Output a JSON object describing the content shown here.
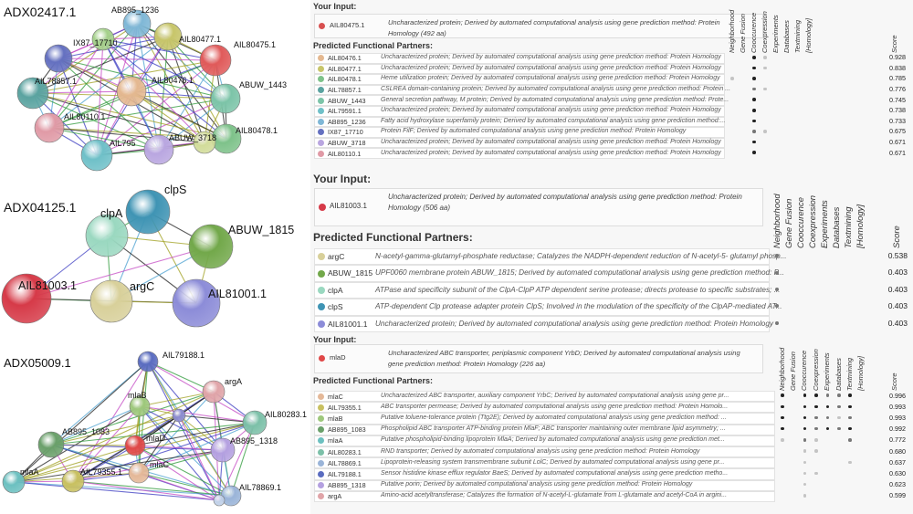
{
  "networks": [
    {
      "title": "ADX02417.1",
      "nodes": [
        {
          "label": "AB895_1236",
          "color": "#7fb7d6"
        },
        {
          "label": "AIL80477.1",
          "color": "#c7c56a"
        },
        {
          "label": "AIL80475.1",
          "color": "#e05a5a"
        },
        {
          "label": "IX87_17710",
          "color": "#6470c0"
        },
        {
          "label": "ABUW_1443",
          "color": "#7cc4a8"
        },
        {
          "label": "AIL78857.1",
          "color": "#5aa3a0"
        },
        {
          "label": "AIL80476.1",
          "color": "#e4b890"
        },
        {
          "label": "AIL80110.1",
          "color": "#e09aa6"
        },
        {
          "label": "AIL80478.1",
          "color": "#7ec28a"
        },
        {
          "label": "AIL795",
          "color": "#6fc0c8"
        },
        {
          "label": "ABUW_3718",
          "color": "#b9a6e0"
        },
        {
          "label": "",
          "color": "#d2dc9a"
        },
        {
          "label": "",
          "color": "#a4d08a"
        }
      ]
    },
    {
      "title": "ADX04125.1",
      "nodes": [
        {
          "label": "clpS",
          "color": "#3f94b4"
        },
        {
          "label": "clpA",
          "color": "#9ad8c0"
        },
        {
          "label": "ABUW_1815",
          "color": "#72a84a"
        },
        {
          "label": "AIL81003.1",
          "color": "#d63a48"
        },
        {
          "label": "argC",
          "color": "#d8d09a"
        },
        {
          "label": "AIL81001.1",
          "color": "#8c8cd8"
        }
      ]
    },
    {
      "title": "ADX05009.1",
      "nodes": [
        {
          "label": "AIL79188.1",
          "color": "#5a6cc0"
        },
        {
          "label": "argA",
          "color": "#e0a4a8"
        },
        {
          "label": "mlaB",
          "color": "#9ec87c"
        },
        {
          "label": "AIL80283.1",
          "color": "#7cc0a8"
        },
        {
          "label": "AB895_1083",
          "color": "#6aa06a"
        },
        {
          "label": "mlaD",
          "color": "#e04848"
        },
        {
          "label": "AB895_1318",
          "color": "#b4a0e0"
        },
        {
          "label": "mlaC",
          "color": "#e4b898"
        },
        {
          "label": "mlaA",
          "color": "#6cc0c0"
        },
        {
          "label": "AIL79355.1",
          "color": "#c8c060"
        },
        {
          "label": "AIL78869.1",
          "color": "#9ab4d8"
        },
        {
          "label": "",
          "color": "#8c8cd0"
        },
        {
          "label": "",
          "color": "#c0d0e8"
        }
      ]
    }
  ],
  "panels": [
    {
      "your_input_label": "Your Input:",
      "input": {
        "name": "AIL80475.1",
        "color": "#d85050",
        "desc_lines": [
          "Uncharacterized protein; Derived by automated computational analysis using gene prediction method: Protein",
          "Homology (492 aa)"
        ]
      },
      "partners_label": "Predicted Functional Partners:",
      "evidence_headers": [
        "Neighborhood",
        "Gene Fusion",
        "Cooccurence",
        "Coexpression",
        "Experiments",
        "Databases",
        "Textmining",
        "[Homology]",
        "Score"
      ],
      "partners": [
        {
          "name": "AIL80476.1",
          "color": "#e4b890",
          "desc": "Uncharacterized protein; Derived by automated computational analysis using gene prediction method: Protein Homology",
          "ev": [
            0,
            0,
            3,
            1,
            0,
            0,
            0,
            0
          ],
          "score": "0.928"
        },
        {
          "name": "AIL80477.1",
          "color": "#c7c56a",
          "desc": "Uncharacterized protein; Derived by automated computational analysis using gene prediction method: Protein Homology",
          "ev": [
            0,
            0,
            3,
            1,
            0,
            0,
            0,
            0
          ],
          "score": "0.838"
        },
        {
          "name": "AIL80478.1",
          "color": "#7ec28a",
          "desc": "Heme utilization protein; Derived by automated computational analysis using gene prediction method: Protein Homology",
          "ev": [
            1,
            0,
            3,
            0,
            0,
            0,
            0,
            0
          ],
          "score": "0.785"
        },
        {
          "name": "AIL78857.1",
          "color": "#5aa3a0",
          "desc": "CSLREA domain-containing protein; Derived by automated computational analysis using gene prediction method: Protein ...",
          "ev": [
            0,
            0,
            2,
            1,
            0,
            0,
            0,
            0
          ],
          "score": "0.776"
        },
        {
          "name": "ABUW_1443",
          "color": "#7cc4a8",
          "desc": "General secretion pathway, M protein; Derived by automated computational analysis using gene prediction method: Prote...",
          "ev": [
            0,
            0,
            3,
            0,
            0,
            0,
            0,
            0
          ],
          "score": "0.745"
        },
        {
          "name": "AIL79591.1",
          "color": "#6fc0c8",
          "desc": "Uncharacterized protein; Derived by automated computational analysis using gene prediction method: Protein Homology",
          "ev": [
            0,
            0,
            3,
            0,
            0,
            0,
            0,
            0
          ],
          "score": "0.738"
        },
        {
          "name": "AB895_1236",
          "color": "#7fb7d6",
          "desc": "Fatty acid hydroxylase superfamily protein; Derived by automated computational analysis using gene prediction method:...",
          "ev": [
            0,
            0,
            3,
            0,
            0,
            0,
            0,
            0
          ],
          "score": "0.733"
        },
        {
          "name": "IX87_17710",
          "color": "#6470c0",
          "desc": "Protein FilF; Derived by automated computational analysis using gene prediction method: Protein Homology",
          "ev": [
            0,
            0,
            2,
            1,
            0,
            0,
            0,
            0
          ],
          "score": "0.675"
        },
        {
          "name": "ABUW_3718",
          "color": "#b9a6e0",
          "desc": "Uncharacterized protein; Derived by automated computational analysis using gene prediction method: Protein Homology",
          "ev": [
            0,
            0,
            3,
            0,
            0,
            0,
            0,
            0
          ],
          "score": "0.671"
        },
        {
          "name": "AIL80110.1",
          "color": "#e09aa6",
          "desc": "Uncharacterized protein; Derived by automated computational analysis using gene prediction method: Protein Homology",
          "ev": [
            0,
            0,
            3,
            0,
            0,
            0,
            0,
            0
          ],
          "score": "0.671"
        }
      ]
    },
    {
      "your_input_label": "Your Input:",
      "input": {
        "name": "AIL81003.1",
        "color": "#d63a48",
        "desc_lines": [
          "Uncharacterized protein; Derived by automated computational analysis using gene prediction method: Protein",
          "Homology (506 aa)"
        ]
      },
      "partners_label": "Predicted Functional Partners:",
      "evidence_headers": [
        "Neighborhood",
        "Gene Fusion",
        "Cooccurence",
        "Coexpression",
        "Experiments",
        "Databases",
        "Textmining",
        "[Homology]",
        "Score"
      ],
      "partners": [
        {
          "name": "argC",
          "color": "#d8d09a",
          "desc": "N-acetyl-gamma-glutamyl-phosphate reductase; Catalyzes the NADPH-dependent reduction of N-acetyl-5- glutamyl phosp...",
          "ev": [
            2,
            0,
            0,
            0,
            0,
            0,
            0,
            0
          ],
          "score": "0.538"
        },
        {
          "name": "ABUW_1815",
          "color": "#72a84a",
          "desc": "UPF0060 membrane protein ABUW_1815; Derived by automated computational analysis using gene prediction method: P...",
          "ev": [
            2,
            0,
            0,
            0,
            0,
            0,
            0,
            0
          ],
          "score": "0.403"
        },
        {
          "name": "clpA",
          "color": "#9ad8c0",
          "desc": "ATPase and specificity subunit of the ClpA-ClpP ATP dependent serine protease; directs protease to specific substrates; ...",
          "ev": [
            2,
            0,
            0,
            0,
            0,
            0,
            0,
            0
          ],
          "score": "0.403"
        },
        {
          "name": "clpS",
          "color": "#3f94b4",
          "desc": "ATP-dependent Clp protease adapter protein ClpS; Involved in the modulation of the specificity of the ClpAP-mediated AT...",
          "ev": [
            2,
            0,
            0,
            0,
            0,
            0,
            0,
            0
          ],
          "score": "0.403"
        },
        {
          "name": "AIL81001.1",
          "color": "#8c8cd8",
          "desc": "Uncharacterized protein; Derived by automated computational analysis using gene prediction method: Protein Homology",
          "ev": [
            2,
            0,
            0,
            0,
            0,
            0,
            0,
            0
          ],
          "score": "0.403"
        }
      ]
    },
    {
      "your_input_label": "Your Input:",
      "input": {
        "name": "mlaD",
        "color": "#e04848",
        "desc_lines": [
          "Uncharacterized ABC transporter, periplasmic component YrbD; Derived by automated computational analysis using",
          "gene prediction method: Protein Homology (226 aa)"
        ]
      },
      "partners_label": "Predicted Functional Partners:",
      "evidence_headers": [
        "Neighborhood",
        "Gene Fusion",
        "Cooccurence",
        "Coexpression",
        "Experiments",
        "Databases",
        "Textmining",
        "[Homology]",
        "Score"
      ],
      "partners": [
        {
          "name": "mlaC",
          "color": "#e4b898",
          "desc": "Uncharacterized ABC transporter, auxiliary component YrbC; Derived by automated computational analysis using gene pr...",
          "ev": [
            3,
            0,
            3,
            3,
            2,
            2,
            3,
            0
          ],
          "score": "0.996"
        },
        {
          "name": "AIL79355.1",
          "color": "#c8c060",
          "desc": "ABC transporter permease; Derived by automated computational analysis using gene prediction method: Protein Homolo...",
          "ev": [
            3,
            0,
            3,
            3,
            3,
            2,
            3,
            0
          ],
          "score": "0.993"
        },
        {
          "name": "mlaB",
          "color": "#9ec87c",
          "desc": "Putative toluene-tolerance protein (Ttg2E); Derived by automated computational analysis using gene prediction method: ...",
          "ev": [
            3,
            0,
            3,
            2,
            2,
            1,
            2,
            0
          ],
          "score": "0.993"
        },
        {
          "name": "AB895_1083",
          "color": "#6aa06a",
          "desc": "Phospholipid ABC transporter ATP-binding protein MlaF; ABC transporter maintaining outer membrane lipid asymmetry; ...",
          "ev": [
            3,
            0,
            3,
            2,
            3,
            2,
            3,
            0
          ],
          "score": "0.992"
        },
        {
          "name": "mlaA",
          "color": "#6cc0c0",
          "desc": "Putative phospholipid-binding lipoprotein MlaA; Derived by automated computational analysis using gene prediction met...",
          "ev": [
            1,
            0,
            2,
            1,
            0,
            0,
            2,
            0
          ],
          "score": "0.772"
        },
        {
          "name": "AIL80283.1",
          "color": "#7cc0a8",
          "desc": "RND transporter; Derived by automated computational analysis using gene prediction method: Protein Homology",
          "ev": [
            0,
            0,
            1,
            1,
            0,
            0,
            0,
            0
          ],
          "score": "0.680"
        },
        {
          "name": "AIL78869.1",
          "color": "#9ab4d8",
          "desc": "Lipoprotein-releasing system transmembrane subunit LolC; Derived by automated computational analysis using gene pr...",
          "ev": [
            0,
            0,
            1,
            0,
            0,
            0,
            1,
            0
          ],
          "score": "0.637"
        },
        {
          "name": "AIL79188.1",
          "color": "#5a6cc0",
          "desc": "Sensor histidine kinase efflux regulator BaeS; Derived by automated computational analysis using gene prediction metho...",
          "ev": [
            0,
            0,
            1,
            1,
            0,
            0,
            0,
            0
          ],
          "score": "0.630"
        },
        {
          "name": "AB895_1318",
          "color": "#b4a0e0",
          "desc": "Putative porin; Derived by automated computational analysis using gene prediction method: Protein Homology",
          "ev": [
            0,
            0,
            1,
            0,
            0,
            0,
            0,
            0
          ],
          "score": "0.623"
        },
        {
          "name": "argA",
          "color": "#e0a4a8",
          "desc": "Amino-acid acetyltransferase; Catalyzes the formation of N-acetyl-L-glutamate from L-glutamate and acetyl-CoA in argini...",
          "ev": [
            0,
            0,
            1,
            0,
            0,
            0,
            0,
            0
          ],
          "score": "0.599"
        }
      ]
    }
  ]
}
